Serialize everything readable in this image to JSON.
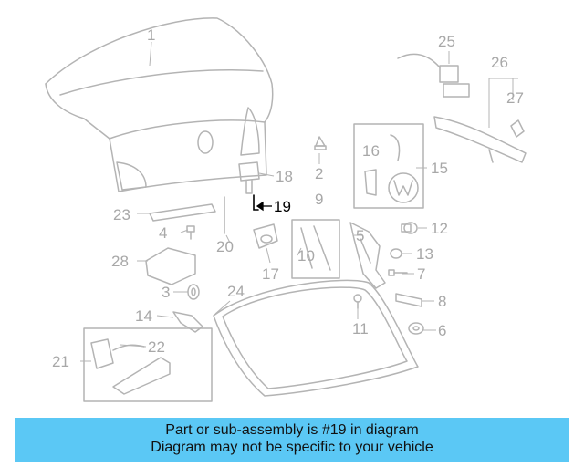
{
  "diagram": {
    "callouts": {
      "c1": "1",
      "c2": "2",
      "c3": "3",
      "c4": "4",
      "c5": "5",
      "c6": "6",
      "c7": "7",
      "c8": "8",
      "c9": "9",
      "c10": "10",
      "c11": "11",
      "c12": "12",
      "c13": "13",
      "c14": "14",
      "c15": "15",
      "c16": "16",
      "c17": "17",
      "c18": "18",
      "c19": "19",
      "c20": "20",
      "c21": "21",
      "c22": "22",
      "c23": "23",
      "c24": "24",
      "c25": "25",
      "c26": "26",
      "c27": "27",
      "c28": "28"
    },
    "highlighted_part": "19",
    "colors": {
      "line_art": "#b4b4b4",
      "highlight": "#000000",
      "banner": "#5bc8f5"
    }
  },
  "banner": {
    "line1": "Part or sub-assembly is #19 in diagram",
    "line2": "Diagram may not be specific to your vehicle"
  }
}
